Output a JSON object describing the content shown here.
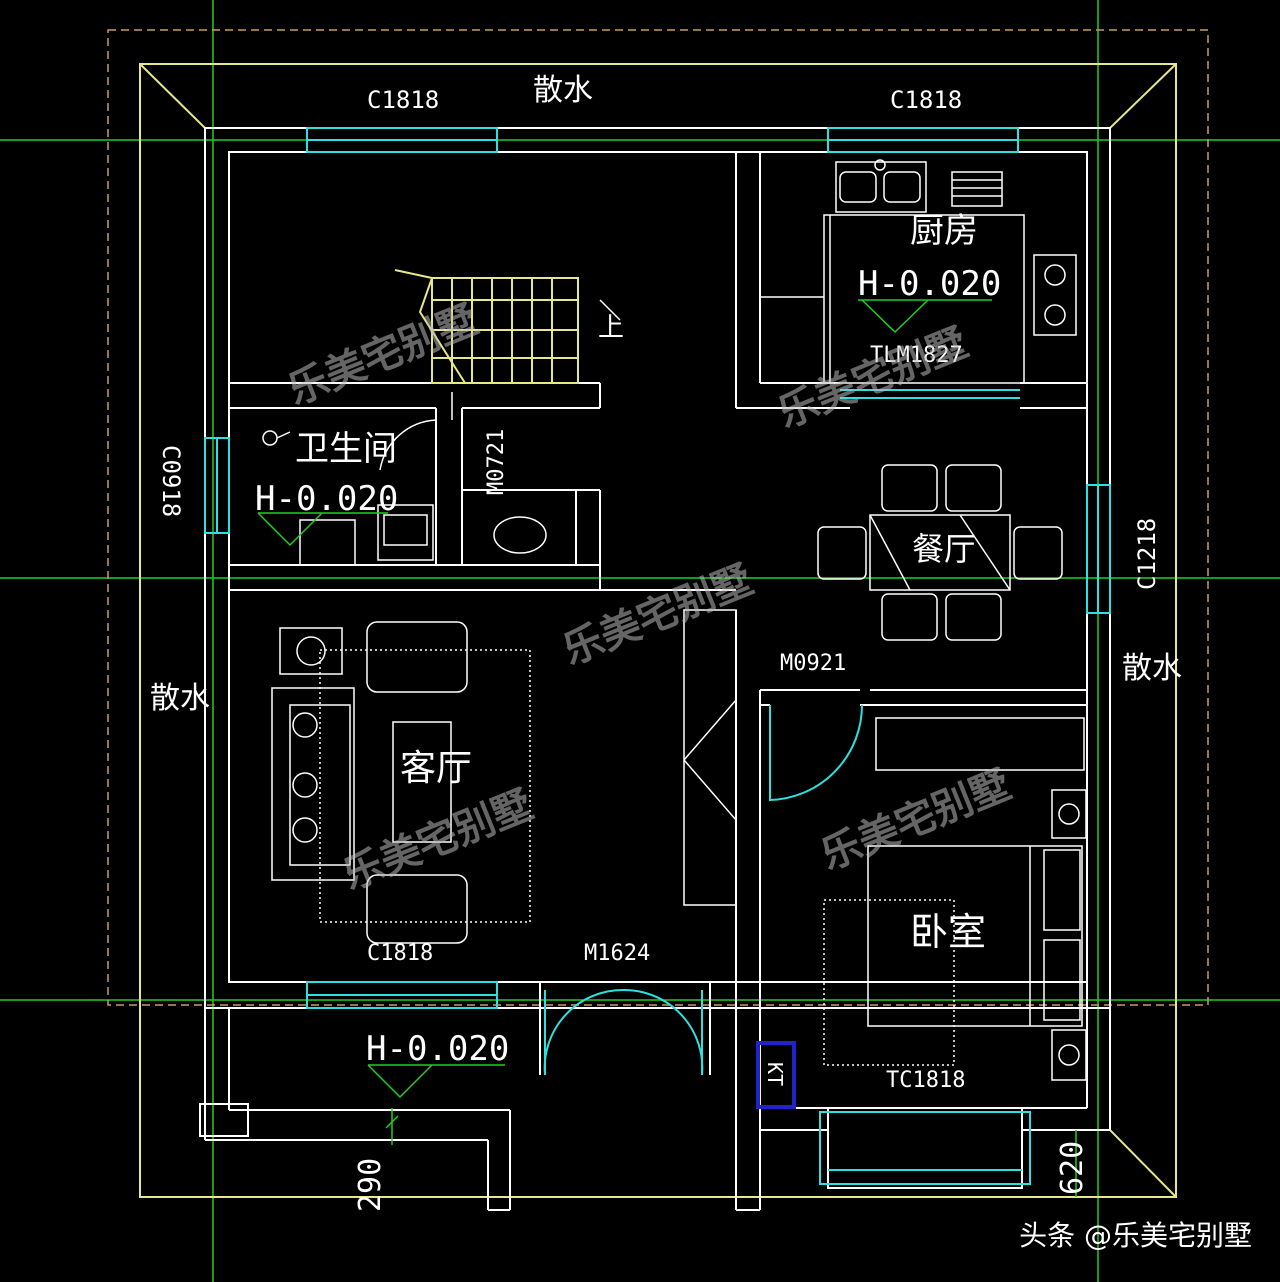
{
  "labels": {
    "apron_top": "散水",
    "apron_left": "散水",
    "apron_right": "散水",
    "win_top_left": "C1818",
    "win_top_right": "C1818",
    "win_left": "C0918",
    "win_right": "C1218",
    "win_bottom_left": "C1818",
    "kitchen": "厨房",
    "kitchen_level": "H-0.020",
    "kitchen_door": "TLM1827",
    "stairs_up": "上",
    "bathroom": "卫生间",
    "bathroom_level": "H-0.020",
    "bath_door": "M0721",
    "dining": "餐厅",
    "dining_door": "M0921",
    "living": "客厅",
    "bedroom": "卧室",
    "bedroom_window": "TC1818",
    "entry_door": "M1624",
    "porch_level": "H-0.020",
    "ac": "KT",
    "dim_290": "290",
    "dim_620": "620"
  },
  "watermark": "乐美宅别墅",
  "credit": "头条 @乐美宅别墅",
  "colors": {
    "background": "#000000",
    "wall": "#ffffff",
    "window": "#2ee0e0",
    "axis": "#1fd01f",
    "roof_outline": "#e6e68a",
    "ac_box": "#2222cc"
  }
}
